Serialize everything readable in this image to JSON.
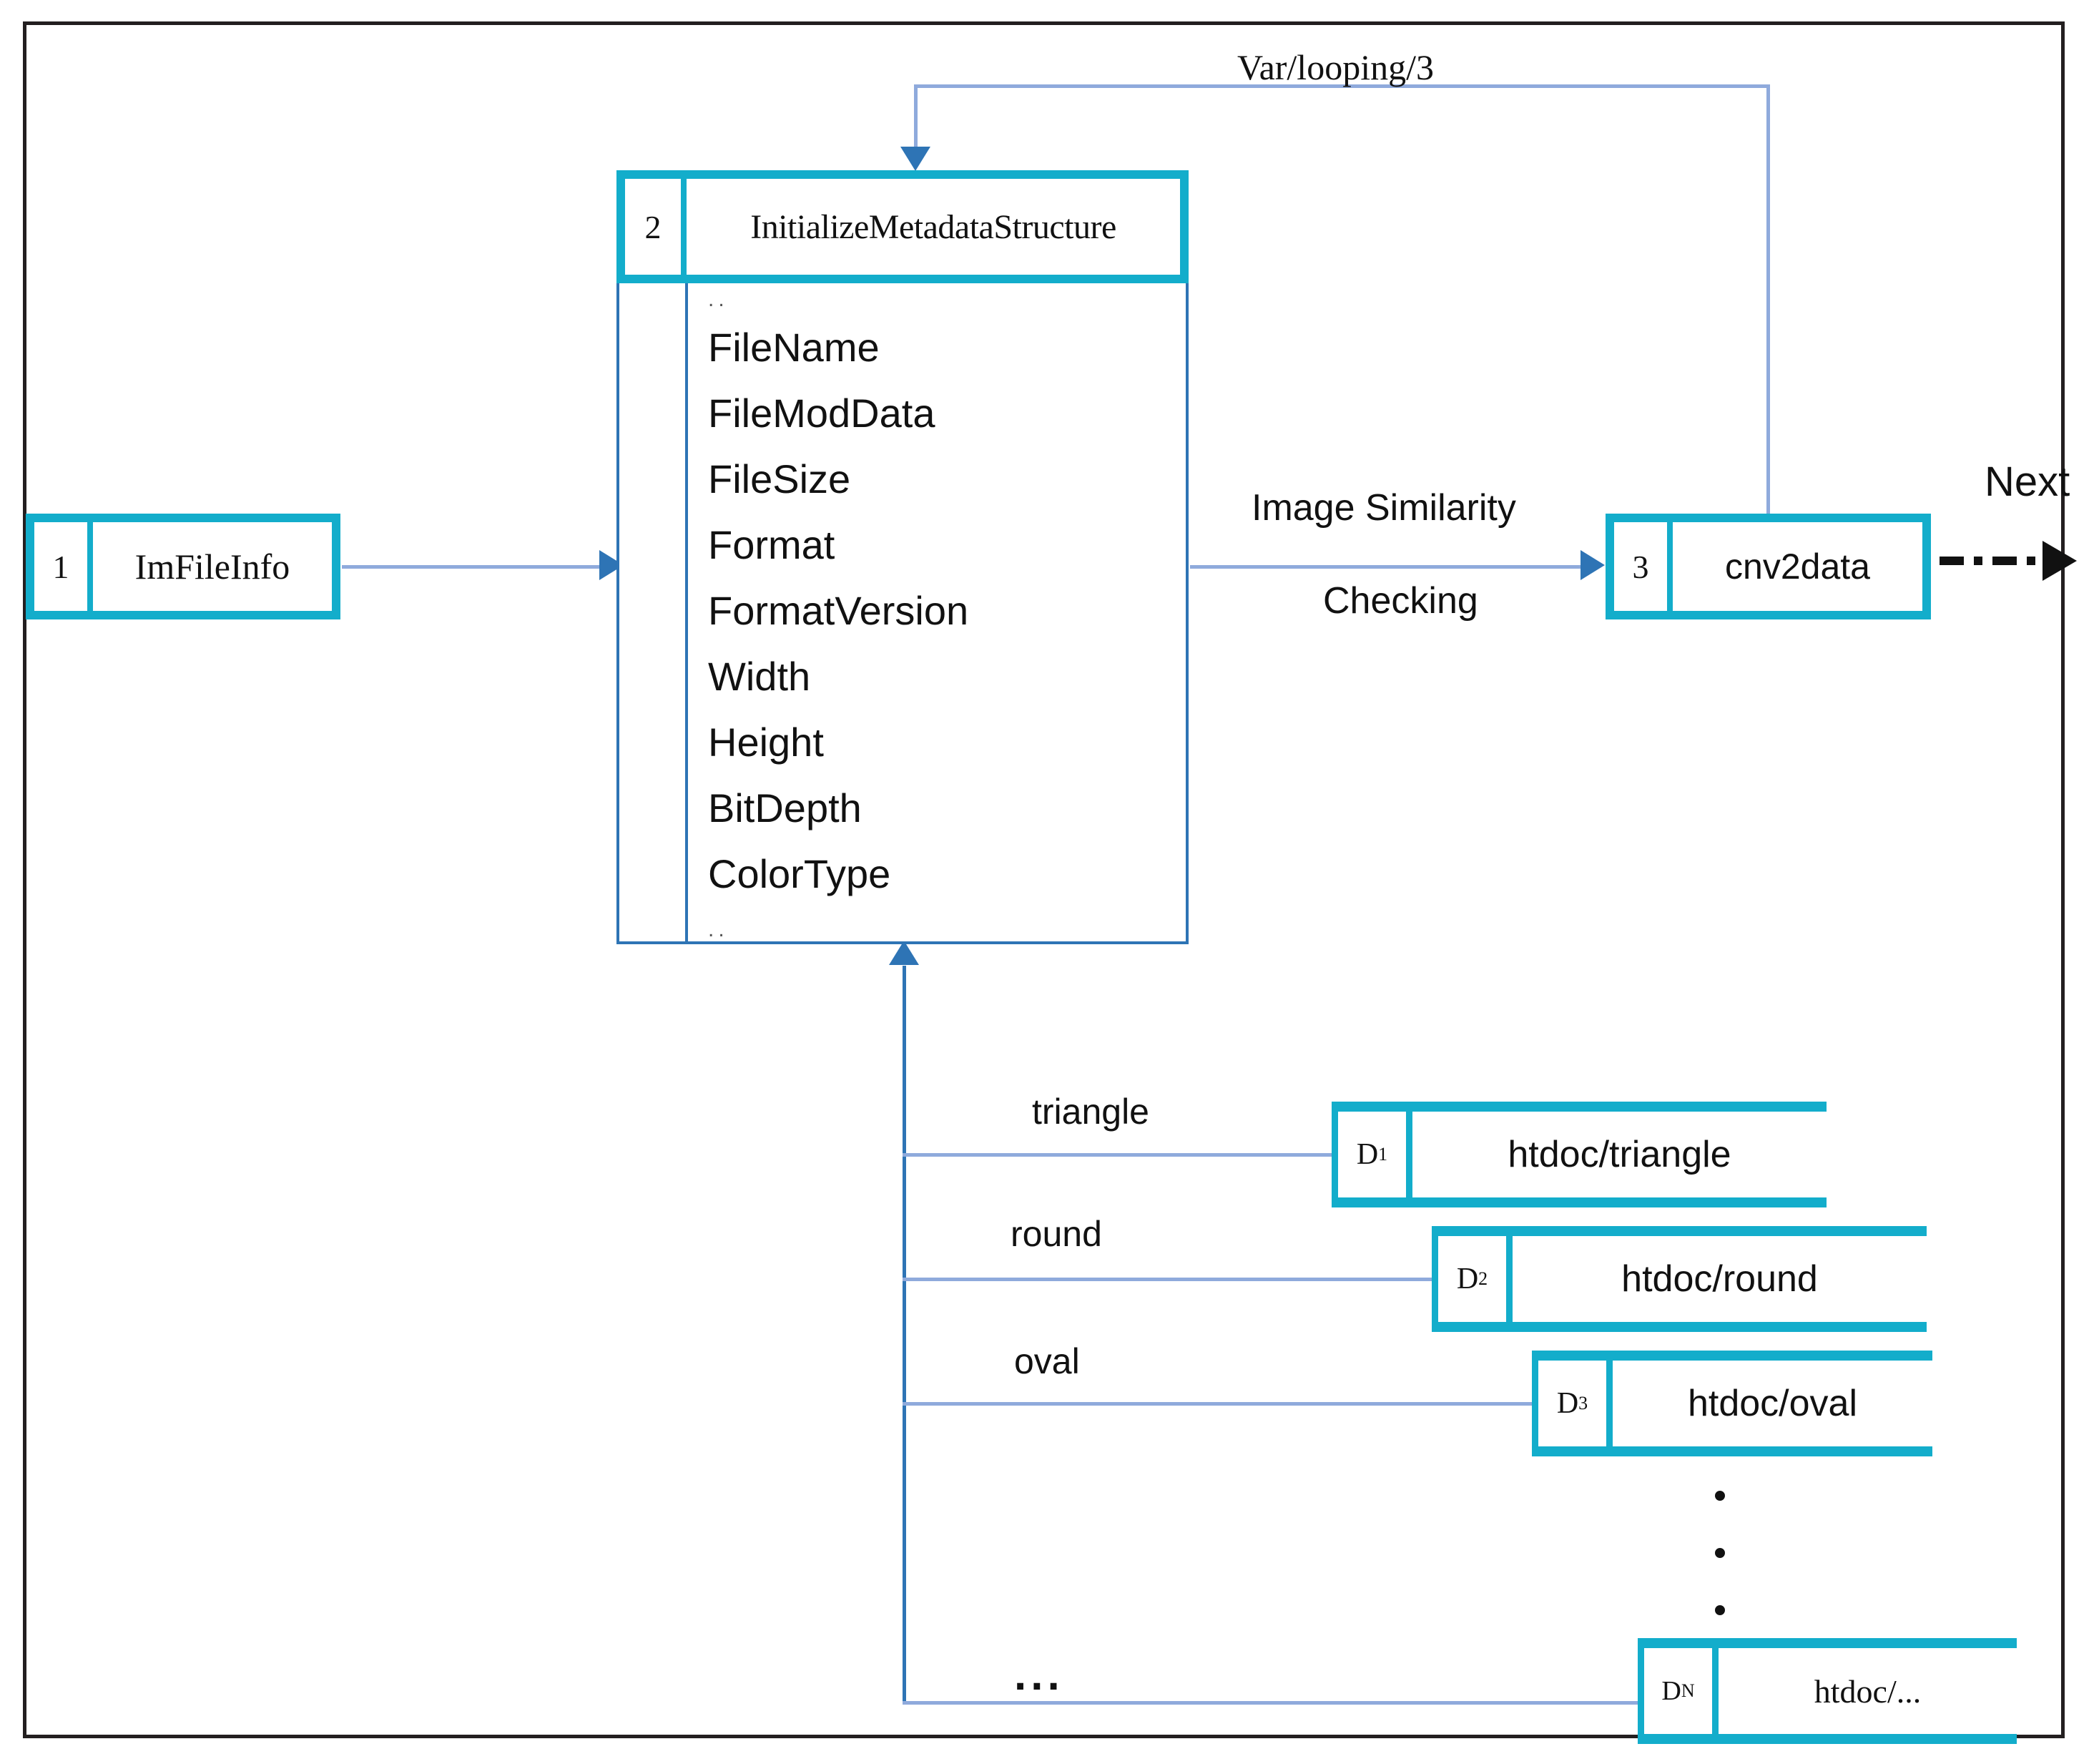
{
  "diagram": {
    "title": "Image metadata initialization and similarity checking flow",
    "colors": {
      "accent_teal": "#13ADCB",
      "connector_blue": "#8FAADC",
      "arrow_blue": "#2E74B5",
      "frame_black": "#231f20",
      "text_black": "#111111"
    }
  },
  "nodes": {
    "imfileinfo": {
      "index": "1",
      "label": "ImFileInfo"
    },
    "initialize": {
      "index": "2",
      "label": "InitializeMetadataStructure"
    },
    "cnv2data": {
      "index": "3",
      "label": "cnv2data"
    }
  },
  "metadata_structure": {
    "top_ellipsis": "..",
    "bottom_ellipsis": "..",
    "fields": [
      "FileName",
      "FileModData",
      "FileSize",
      "Format",
      "FormatVersion",
      "Width",
      "Height",
      "BitDepth",
      "ColorType"
    ]
  },
  "edges": {
    "loop_label": "Var/looping/3",
    "similarity_label_line1": "Image Similarity",
    "similarity_label_line2": "Checking",
    "next_label": "Next"
  },
  "branches": {
    "labels": [
      "triangle",
      "round",
      "oval",
      "..."
    ],
    "documents": [
      {
        "index": "D",
        "sub": "1",
        "path": "htdoc/triangle"
      },
      {
        "index": "D",
        "sub": "2",
        "path": "htdoc/round"
      },
      {
        "index": "D",
        "sub": "3",
        "path": "htdoc/oval"
      },
      {
        "index": "D",
        "sub": "N",
        "path": "htdoc/..."
      }
    ]
  }
}
